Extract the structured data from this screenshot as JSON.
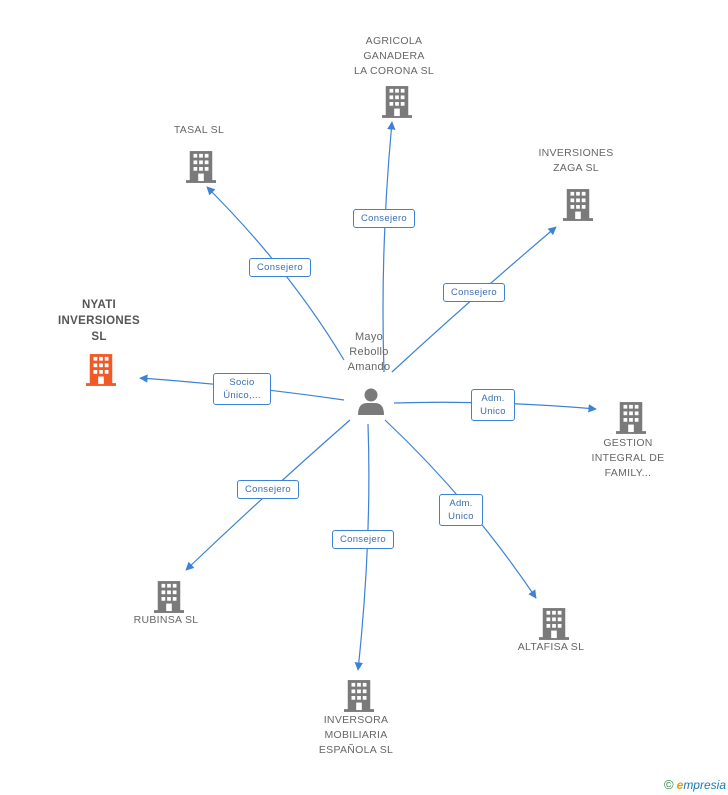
{
  "center": {
    "label": "Mayo\nRebollo\nAmando",
    "icon": "person-icon"
  },
  "colors": {
    "edge": "#3c82d6",
    "building": "#7a7a7a",
    "highlight": "#f05a28"
  },
  "nodes": [
    {
      "id": "agricola",
      "label": "AGRICOLA\nGANADERA\nLA CORONA SL",
      "relation": "Consejero",
      "highlight": false
    },
    {
      "id": "tasal",
      "label": "TASAL SL",
      "relation": "Consejero",
      "highlight": false
    },
    {
      "id": "zaga",
      "label": "INVERSIONES\nZAGA SL",
      "relation": "Consejero",
      "highlight": false
    },
    {
      "id": "nyati",
      "label": "NYATI\nINVERSIONES\nSL",
      "relation": "Socio\nÚnico,...",
      "highlight": true
    },
    {
      "id": "gestion",
      "label": "GESTION\nINTEGRAL DE\nFAMILY...",
      "relation": "Adm.\nUnico",
      "highlight": false
    },
    {
      "id": "rubinsa",
      "label": "RUBINSA SL",
      "relation": "Consejero",
      "highlight": false
    },
    {
      "id": "altafisa",
      "label": "ALTAFISA SL",
      "relation": "Adm.\nUnico",
      "highlight": false
    },
    {
      "id": "inversora",
      "label": "INVERSORA\nMOBILIARIA\nESPAÑOLA  SL",
      "relation": "Consejero",
      "highlight": false
    }
  ],
  "footer": {
    "copyright": "©",
    "brand_first": "e",
    "brand_rest": "mpresia"
  }
}
